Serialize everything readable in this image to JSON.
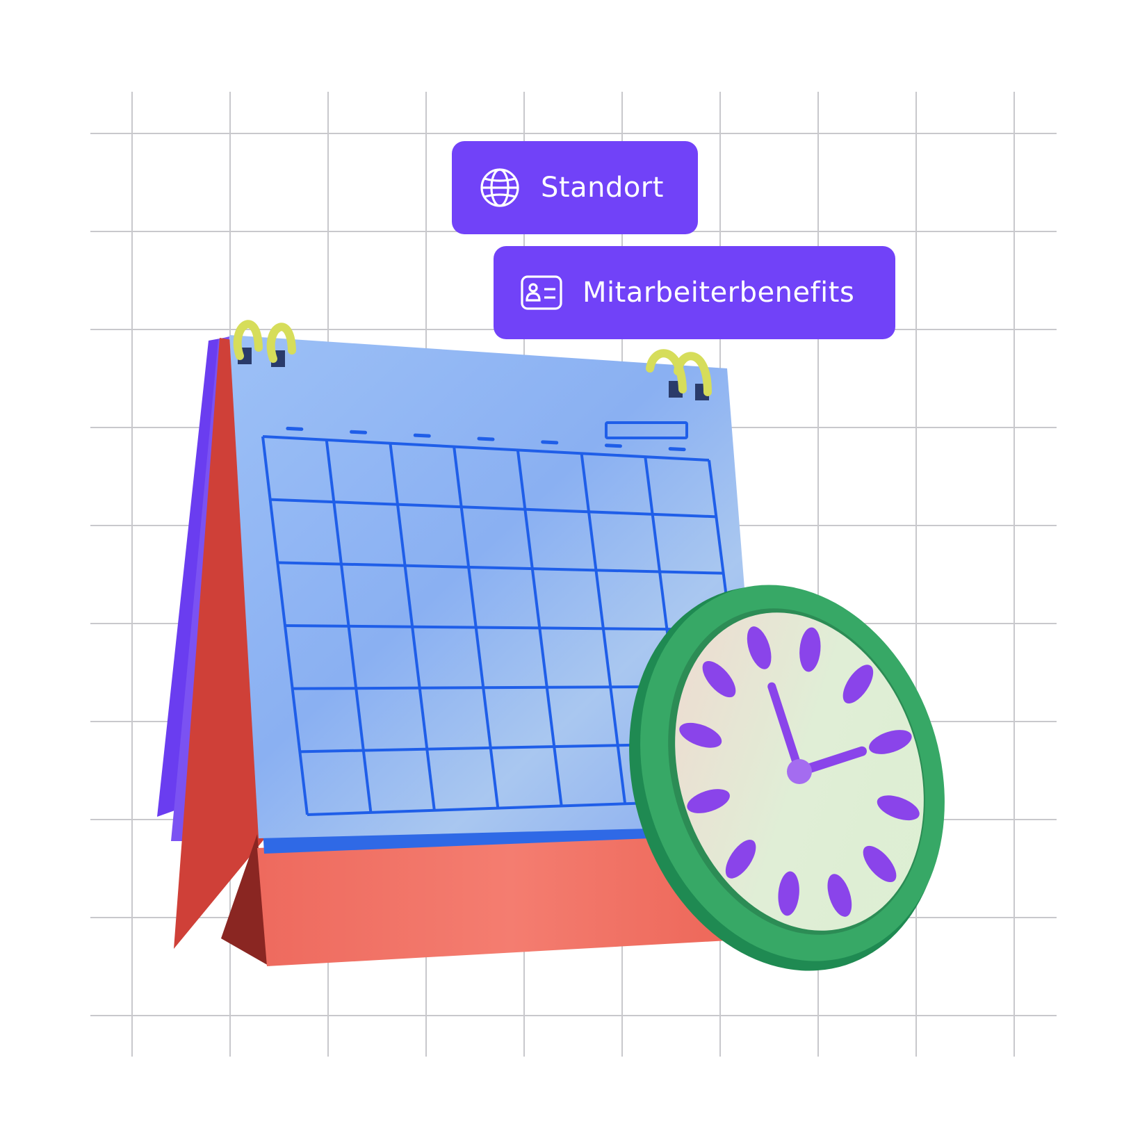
{
  "colors": {
    "background": "#ffffff",
    "grid_line": "#c8c8cc",
    "chip_background": "#7142f8",
    "chip_text": "#ffffff",
    "calendar_page": "#8fb4f4",
    "calendar_line": "#1f5ee8",
    "calendar_stand": "#ef6b5e",
    "calendar_stand_dark": "#c9413a",
    "calendar_back_page": "#6b3cf0",
    "ring": "#d9e05a",
    "clock_rim": "#2f9e62",
    "clock_face": "#e2f0d8",
    "clock_marks": "#8a44ea"
  },
  "chips": {
    "location": {
      "icon": "globe-icon",
      "label": "Standort"
    },
    "benefits": {
      "icon": "id-card-icon",
      "label": "Mitarbeiterbenefits"
    }
  },
  "illustration": {
    "calendar": {
      "grid_rows": 6,
      "grid_cols": 7
    },
    "clock": {
      "hour": 3,
      "minute": 0
    }
  }
}
